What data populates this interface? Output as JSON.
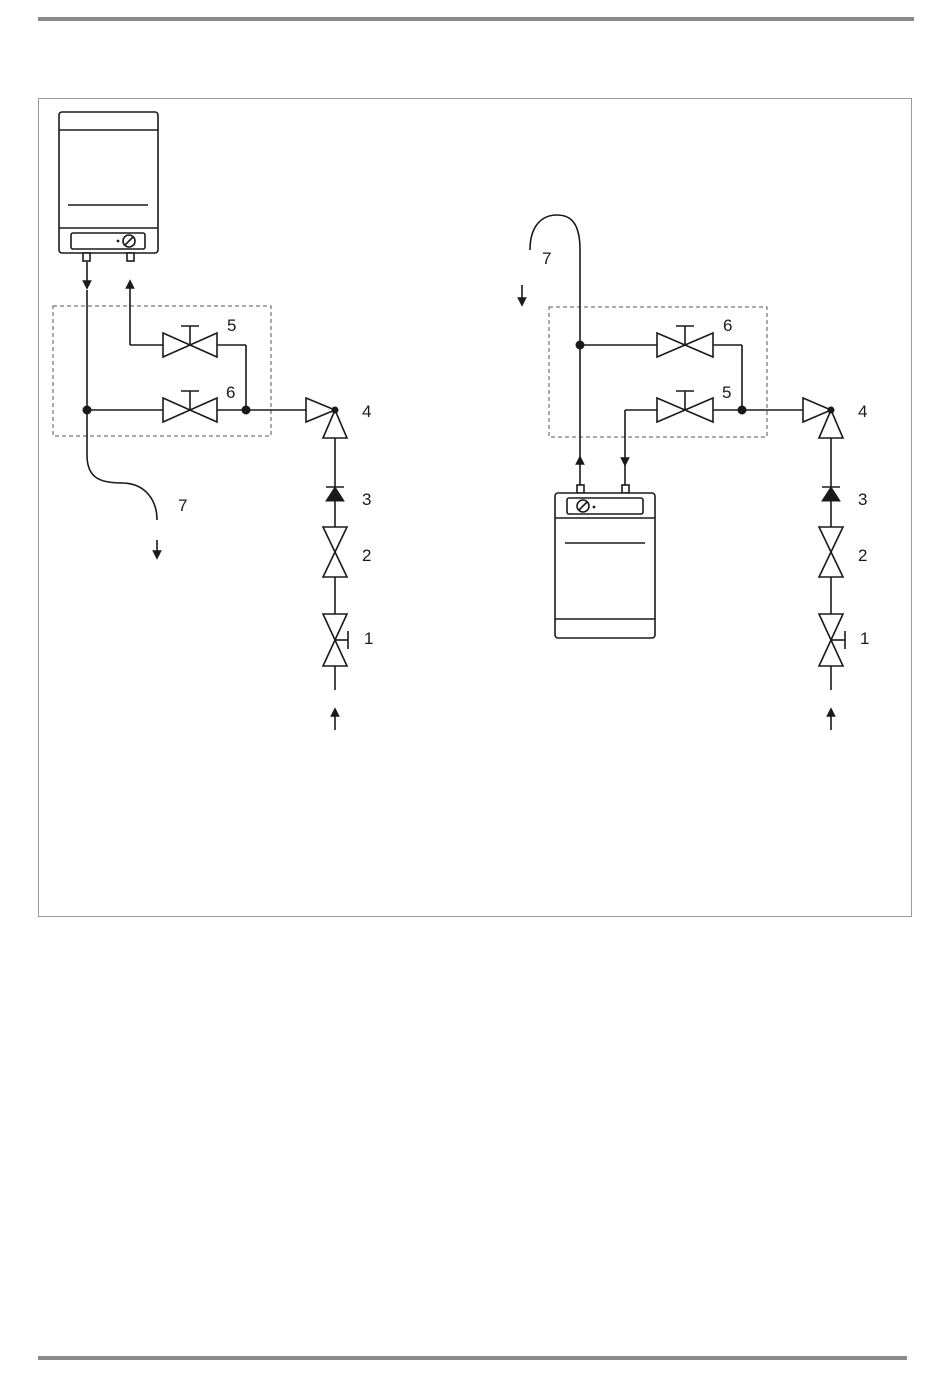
{
  "diagram": {
    "left": {
      "labels": {
        "n1": "1",
        "n2": "2",
        "n3": "3",
        "n4": "4",
        "n5": "5",
        "n6": "6",
        "n7": "7"
      }
    },
    "right": {
      "labels": {
        "n1": "1",
        "n2": "2",
        "n3": "3",
        "n4": "4",
        "n5": "5",
        "n6": "6",
        "n7": "7"
      }
    }
  },
  "colors": {
    "line": "#1a1a1a",
    "rule": "#8a8a8a",
    "frame": "#9a9a9a"
  }
}
